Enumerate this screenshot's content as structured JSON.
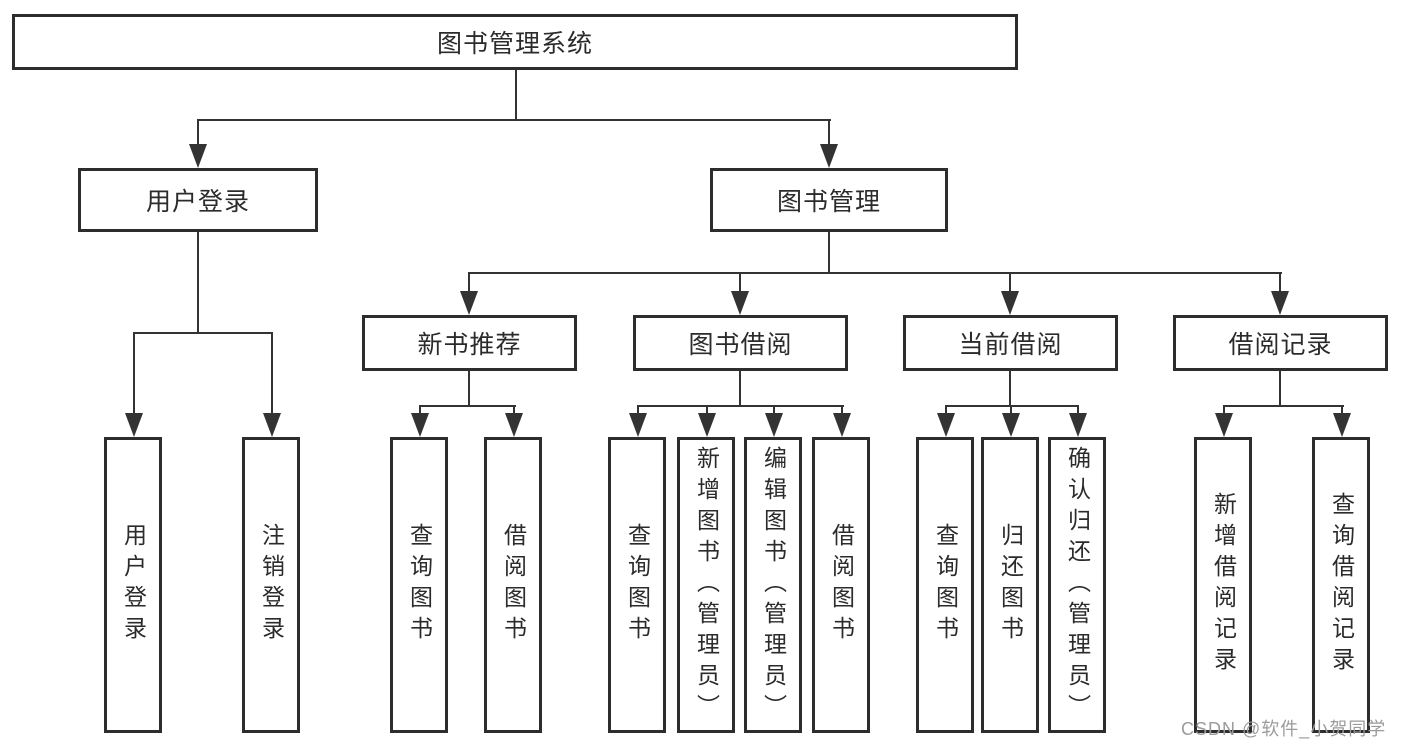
{
  "diagram": {
    "root": {
      "label": "图书管理系统"
    },
    "level2": [
      {
        "label": "用户登录"
      },
      {
        "label": "图书管理"
      }
    ],
    "level3": [
      {
        "label": "新书推荐"
      },
      {
        "label": "图书借阅"
      },
      {
        "label": "当前借阅"
      },
      {
        "label": "借阅记录"
      }
    ],
    "leaves": {
      "user_login": [
        {
          "label": "用户登录"
        },
        {
          "label": "注销登录"
        }
      ],
      "new_book": [
        {
          "label": "查询图书"
        },
        {
          "label": "借阅图书"
        }
      ],
      "book_borrow": [
        {
          "label": "查询图书"
        },
        {
          "label": "新增图书（管理员）"
        },
        {
          "label": "编辑图书（管理员）"
        },
        {
          "label": "借阅图书"
        }
      ],
      "current_borrow": [
        {
          "label": "查询图书"
        },
        {
          "label": "归还图书"
        },
        {
          "label": "确认归还（管理员）"
        }
      ],
      "borrow_record": [
        {
          "label": "新增借阅记录"
        },
        {
          "label": "查询借阅记录"
        }
      ]
    },
    "colors": {
      "line": "#333333",
      "box_border": "#2d2d2d",
      "text": "#2b2b2b",
      "background": "#ffffff",
      "watermark": "#9b9b9b"
    }
  },
  "watermark": {
    "text": "CSDN @软件_小贺同学"
  }
}
